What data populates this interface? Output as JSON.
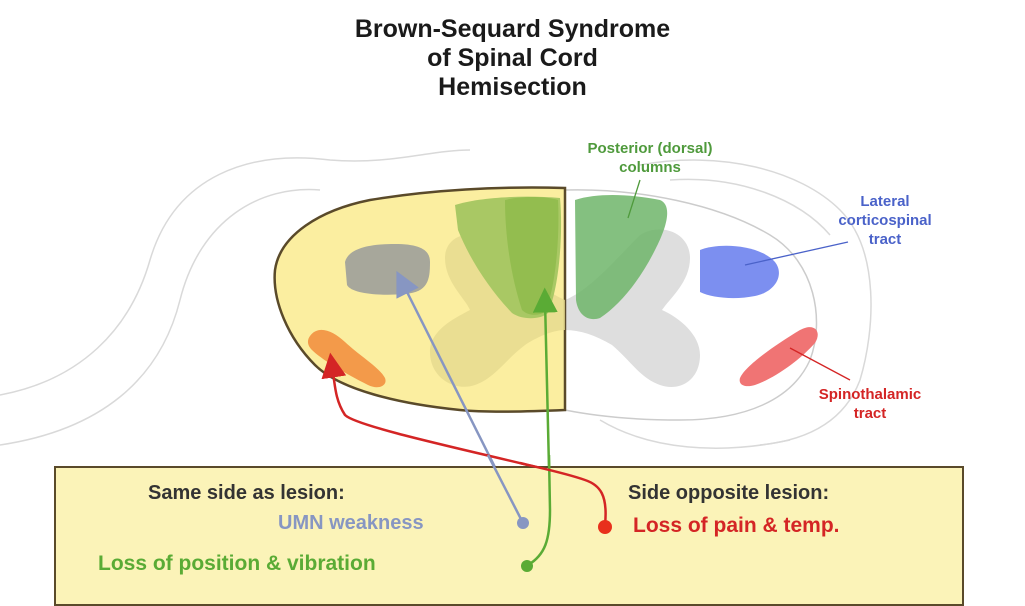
{
  "title": {
    "line1": "Brown-Sequard Syndrome",
    "line2": "of Spinal Cord",
    "line3": "Hemisection"
  },
  "labels": {
    "posterior_line1": "Posterior (dorsal)",
    "posterior_line2": "columns",
    "lateral_line1": "Lateral",
    "lateral_line2": "corticospinal",
    "lateral_line3": "tract",
    "spino_line1": "Spinothalamic",
    "spino_line2": "tract"
  },
  "legend": {
    "same_side_heading": "Same side as lesion:",
    "opposite_side_heading": "Side opposite lesion:",
    "umn_weakness": "UMN weakness",
    "loss_position": "Loss of position & vibration",
    "loss_pain": "Loss of pain & temp."
  },
  "colors": {
    "posterior": "#4f9a3c",
    "lateral": "#4a62c9",
    "spino": "#d42525",
    "umn": "#8796c2",
    "position": "#5aab35",
    "lesion_fill": "#fbeea0",
    "legend_fill": "#fbf3b8"
  }
}
